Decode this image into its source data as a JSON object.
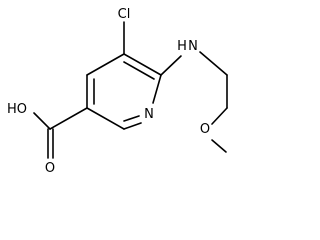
{
  "molecule": {
    "atom_labels": {
      "chlorine": "Cl",
      "amine": "H",
      "amine_n": "N",
      "ring_nitrogen": "N",
      "hydroxyl": "HO",
      "carbonyl_oxygen": "O",
      "ether_oxygen": "O"
    },
    "colors": {
      "bond": "#000000",
      "label": "#000000",
      "background": "#ffffff"
    }
  }
}
